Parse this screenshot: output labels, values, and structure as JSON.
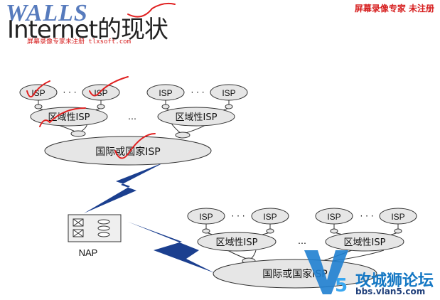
{
  "watermark": {
    "top_right": "屏幕录像专家 未注册",
    "logo_text": "WALLS",
    "sub_text": "屏幕录像专家未注册 tlxsoft.com",
    "site_name": "攻城狮论坛",
    "site_url": "bbs.vlan5.com",
    "logo_mark": "V5"
  },
  "title": "Internet的现状",
  "diagram": {
    "isp_label": "ISP",
    "regional_isp_label": "区域性ISP",
    "national_isp_label": "国际或国家ISP",
    "nap_label": "NAP",
    "ellipsis": "…",
    "dots": "· · ·"
  },
  "colors": {
    "node_fill": "#e6e6e6",
    "node_stroke": "#333333",
    "lightning": "#1b3f8f",
    "annotation": "#e02020",
    "watermark_red": "#d61d1d",
    "watermark_blue": "#1578c4"
  }
}
